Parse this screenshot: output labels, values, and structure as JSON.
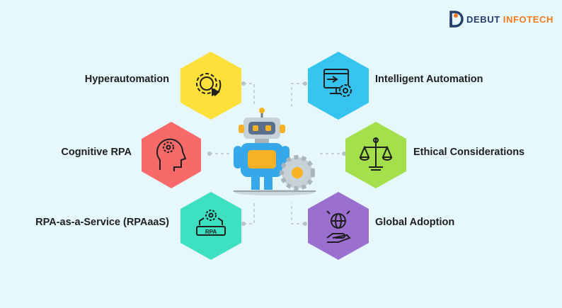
{
  "brand": {
    "name_part1": "DEBUT",
    "name_part2": "INFOTECH"
  },
  "colors": {
    "background": "#e6f8fc",
    "hyperautomation": "#fde03a",
    "intelligent_automation": "#36c3f0",
    "cognitive_rpa": "#f86a6a",
    "ethical_considerations": "#a3e04b",
    "rpa_as_a_service": "#3de0c0",
    "global_adoption": "#9b6fd0",
    "brand_navy": "#24406b",
    "brand_orange": "#f07a1c"
  },
  "items": {
    "hyperautomation": {
      "label": "Hyperautomation",
      "icon": "gear-play-icon"
    },
    "intelligent_automation": {
      "label": "Intelligent Automation",
      "icon": "computer-gear-icon"
    },
    "cognitive_rpa": {
      "label": "Cognitive RPA",
      "icon": "head-gear-icon"
    },
    "ethical_considerations": {
      "label": "Ethical Considerations",
      "icon": "scales-icon"
    },
    "rpa_as_a_service": {
      "label": "RPA-as-a-Service (RPAaaS)",
      "icon": "rpa-robot-arm-icon"
    },
    "global_adoption": {
      "label": "Global Adoption",
      "icon": "hand-globe-icon"
    }
  },
  "center": {
    "icon": "robot-with-gear-icon"
  }
}
